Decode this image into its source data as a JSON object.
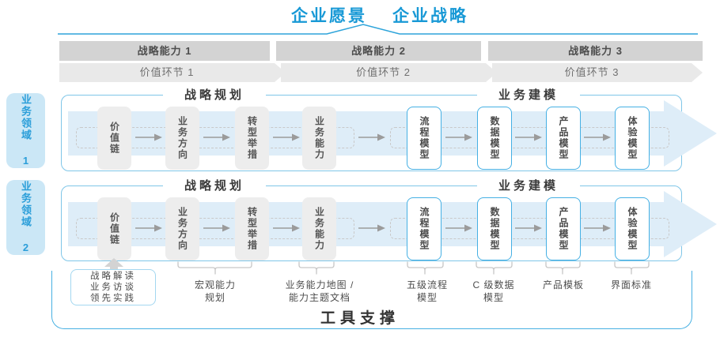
{
  "title": {
    "vision": "企业愿景",
    "strategy": "企业战略"
  },
  "capabilities": [
    "战略能力 1",
    "战略能力 2",
    "战略能力 3"
  ],
  "value_links": [
    "价值环节 1",
    "价值环节 2",
    "价值环节 3"
  ],
  "domains": [
    "业务领域 1",
    "业务领域 2"
  ],
  "sections": {
    "planning": "战略规划",
    "modeling": "业务建模"
  },
  "planning_boxes": [
    "价值链",
    "业务方向",
    "转型举措",
    "业务能力"
  ],
  "modeling_boxes": [
    "流程模型",
    "数据模型",
    "产品模型",
    "体验模型"
  ],
  "practice_box": [
    "战略解读",
    "业务访谈",
    "领先实践"
  ],
  "annotations": [
    [
      "宏观能力",
      "规划"
    ],
    [
      "业务能力地图 /",
      "能力主题文档"
    ],
    [
      "五级流程",
      "模型"
    ],
    [
      "C 级数据",
      "模型"
    ],
    [
      "产品模板",
      ""
    ],
    [
      "界面标准",
      ""
    ]
  ],
  "footer": "工具支撑",
  "colors": {
    "title_blue": "#1899d6",
    "roof_line": "#2ea4da",
    "capability_bar_bg": "#d3d3d3",
    "value_chevron_bg": "#e9e9e9",
    "domain_label_bg": "#cbe7f6",
    "domain_label_text": "#2b9ed9",
    "band_border": "#7fc6e8",
    "band_arrow_fill": "#deedf8",
    "gray_node_bg": "#ededed",
    "blue_node_border": "#45b0e4",
    "flow_arrow": "#9b9b9b",
    "bracket": "#c6c6c6",
    "outer_border": "#47b0e2"
  }
}
